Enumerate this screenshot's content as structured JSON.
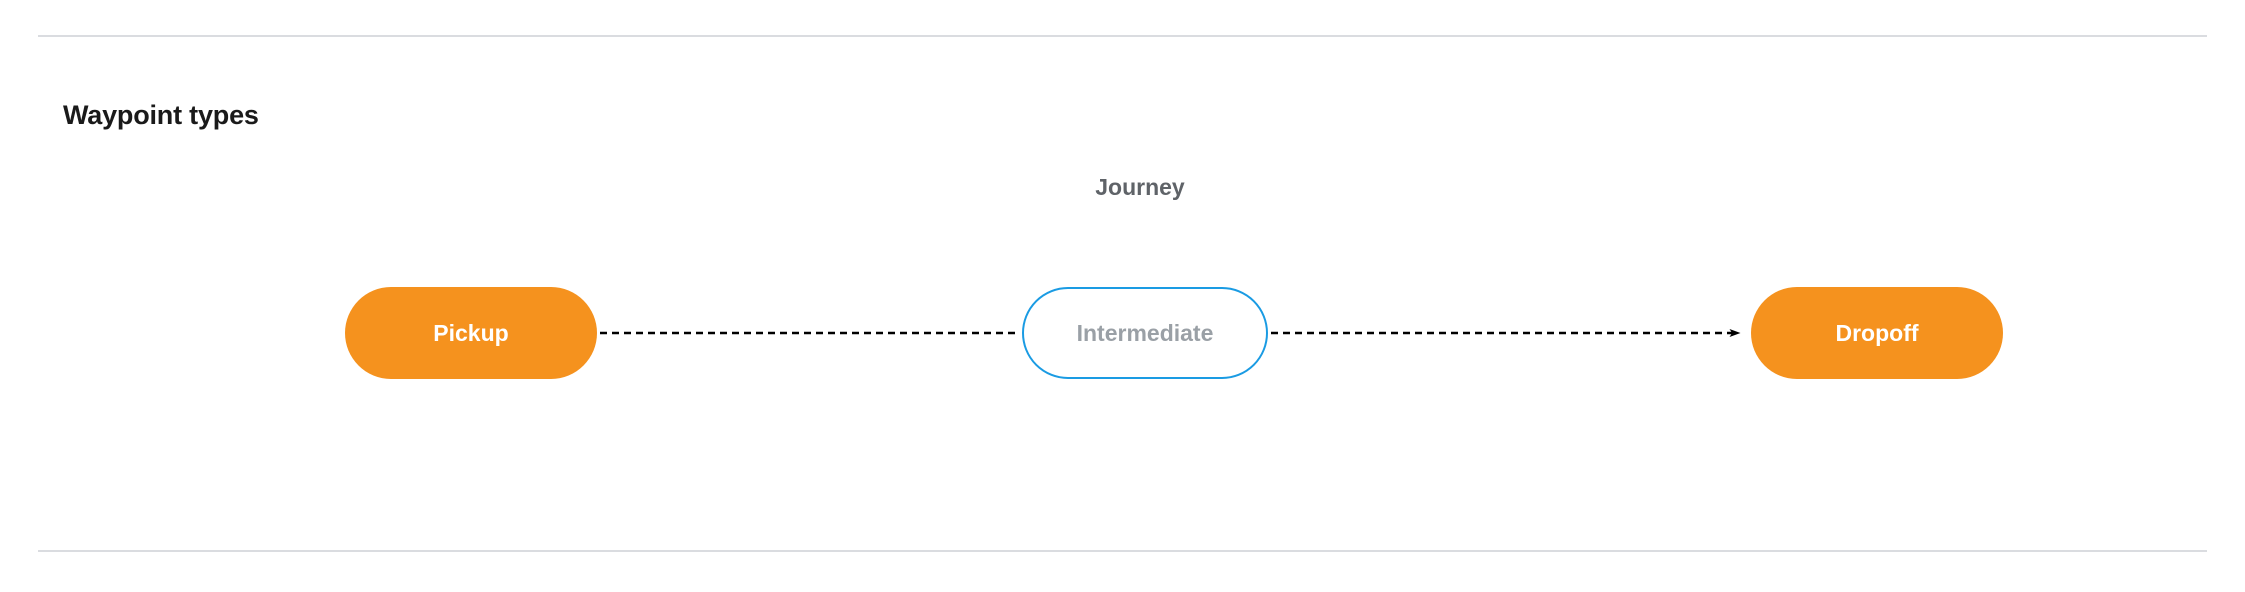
{
  "section": {
    "title": "Waypoint types"
  },
  "colors": {
    "terminal_fill": "#f5921e",
    "terminal_text": "#ffffff",
    "intermediate_border": "#1a9be3",
    "intermediate_fill": "#ffffff",
    "intermediate_text": "#9aa0a6",
    "caption_text": "#5f6368",
    "connector": "#000000",
    "rule": "#dadce0",
    "title_text": "#1a1a1a"
  },
  "diagram": {
    "type": "flow",
    "group_caption": "Journey",
    "nodes": [
      {
        "id": "pickup",
        "label": "Pickup",
        "kind": "terminal"
      },
      {
        "id": "intermediate",
        "label": "Intermediate",
        "kind": "optional"
      },
      {
        "id": "dropoff",
        "label": "Dropoff",
        "kind": "terminal"
      }
    ],
    "edges": [
      {
        "from": "pickup",
        "to": "intermediate",
        "style": "dashed",
        "arrowhead": false
      },
      {
        "from": "intermediate",
        "to": "dropoff",
        "style": "dashed",
        "arrowhead": true
      }
    ]
  }
}
